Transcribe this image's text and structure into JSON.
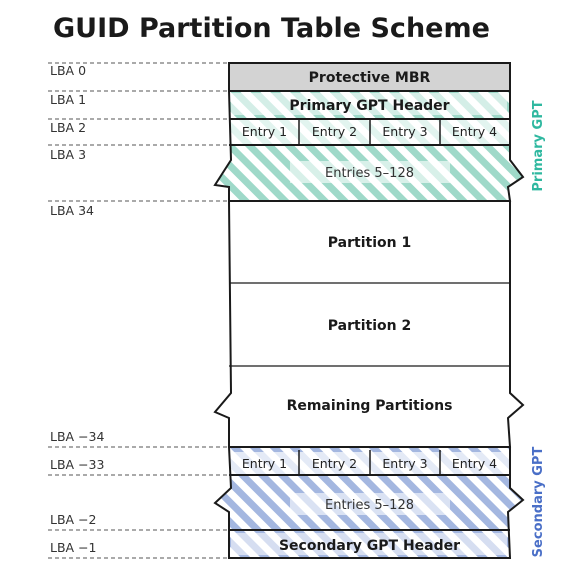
{
  "title": "GUID Partition Table Scheme",
  "colors": {
    "primary_stripe": "#9fd9c9",
    "primary_label": "#2fb8a0",
    "secondary_stripe": "#a4b7e0",
    "secondary_label": "#4a6fc7",
    "mbr_fill": "#d3d3d3",
    "border": "#1a1a1a"
  },
  "lba_labels": [
    "LBA 0",
    "LBA 1",
    "LBA 2",
    "LBA 3",
    "LBA 34",
    "LBA −34",
    "LBA −33",
    "LBA −2",
    "LBA −1"
  ],
  "blocks": {
    "protective_mbr": "Protective MBR",
    "primary_header": "Primary GPT Header",
    "primary_entries": [
      "Entry 1",
      "Entry 2",
      "Entry 3",
      "Entry 4"
    ],
    "primary_rest": "Entries 5–128",
    "partition_1": "Partition 1",
    "partition_2": "Partition 2",
    "remaining": "Remaining Partitions",
    "secondary_entries": [
      "Entry 1",
      "Entry 2",
      "Entry 3",
      "Entry 4"
    ],
    "secondary_rest": "Entries 5–128",
    "secondary_header": "Secondary GPT Header"
  },
  "side_labels": {
    "primary": "Primary GPT",
    "secondary": "Secondary GPT"
  }
}
